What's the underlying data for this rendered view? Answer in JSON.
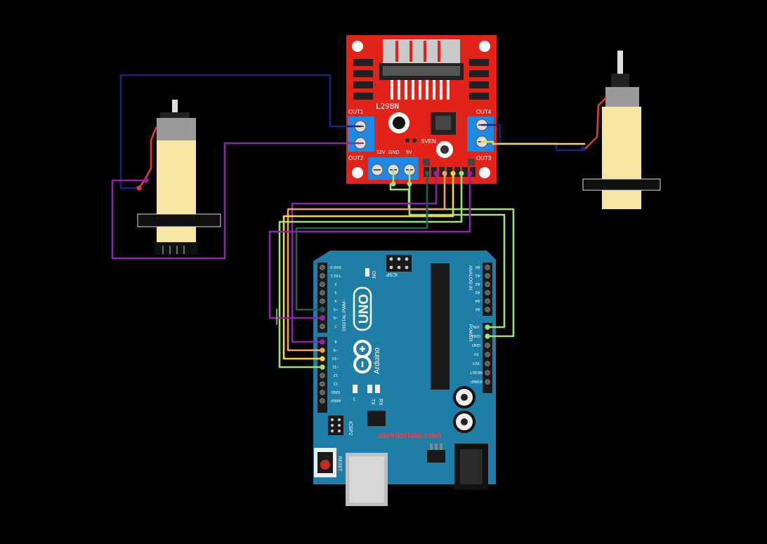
{
  "driver": {
    "name": "L298N",
    "labels": {
      "out1": "OUT1",
      "out2": "OUT2",
      "out3": "OUT3",
      "out4": "OUT4",
      "v12": "12V",
      "gnd": "GND",
      "v5": "5V",
      "v5en": "5VEN"
    }
  },
  "arduino": {
    "model": "UNO",
    "brand": "Arduino",
    "website": "sarkitshala.com",
    "digital_header_label": "DIGITAL PWM~",
    "digital_pins": [
      "RX0 0",
      "TX0 1",
      "2",
      "3",
      "4",
      "~5",
      "~6",
      "7",
      "8",
      "~9",
      "~10",
      "~11",
      "12",
      "13",
      "GND",
      "AREF"
    ],
    "analog_header_label": "ANALOG IN",
    "analog_pins": [
      "A0",
      "A1",
      "A2",
      "A3",
      "A4",
      "A5"
    ],
    "power_header_label": "POWER",
    "power_pins": [
      "VIN",
      "GND",
      "GND",
      "5V",
      "3V3",
      "RESET",
      "IOREF"
    ],
    "labels": {
      "icsp": "ICSP",
      "icsp2": "ICSP2",
      "on": "ON",
      "reset": "RESET",
      "l": "L",
      "tx": "TX",
      "rx": "RX"
    }
  },
  "colors": {
    "driver_board": "#e2231a",
    "arduino_board": "#1f7ea6",
    "terminal_block": "#1e88e5",
    "motor_body": "#f5e6a3",
    "wire_navy": "#1a237e",
    "wire_purple": "#8e24aa",
    "wire_orange": "#f4a261",
    "wire_yellow": "#f6d743",
    "wire_green": "#9be37a",
    "wire_darkcyan": "#1b5e5e",
    "wire_red": "#e53935"
  }
}
